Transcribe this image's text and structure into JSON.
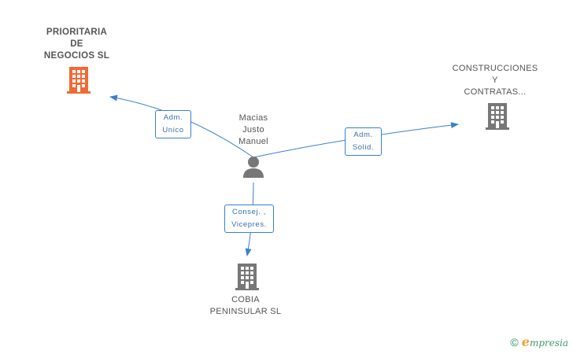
{
  "nodes": {
    "person": {
      "lines": [
        "Macias",
        "Justo",
        "Manuel"
      ]
    },
    "company_prioritaria": {
      "lines": [
        "PRIORITARIA",
        "DE",
        "NEGOCIOS SL"
      ],
      "color": "#f06a35"
    },
    "company_construcciones": {
      "lines": [
        "CONSTRUCCIONES",
        "Y",
        "CONTRATAS..."
      ],
      "color": "#777777"
    },
    "company_cobia": {
      "lines": [
        "COBIA",
        "PENINSULAR SL"
      ],
      "color": "#777777"
    }
  },
  "edges": {
    "adm_unico": {
      "lines": [
        "Adm.",
        "Unico"
      ]
    },
    "adm_solid": {
      "lines": [
        "Adm.",
        "Solid."
      ]
    },
    "consej_vicepres": {
      "lines": [
        "Consej. ,",
        "Vicepres."
      ]
    }
  },
  "colors": {
    "edge": "#3a7fcf",
    "person_icon": "#777777"
  },
  "footer": {
    "copyright": "©",
    "brand_initial": "e",
    "brand_rest": "mpresia"
  }
}
